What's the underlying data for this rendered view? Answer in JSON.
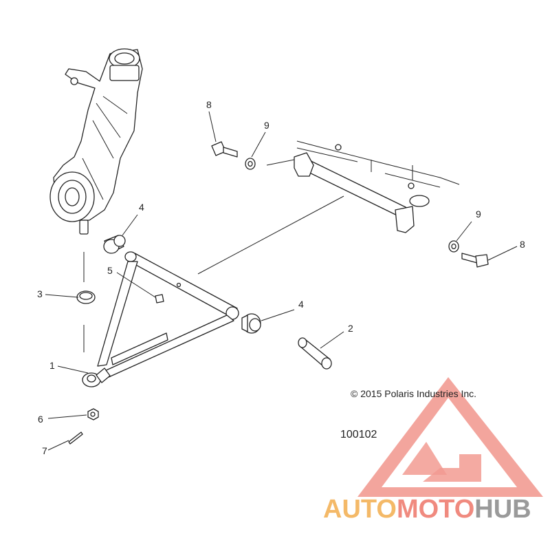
{
  "callouts": [
    {
      "id": "1",
      "label": "1"
    },
    {
      "id": "2",
      "label": "2"
    },
    {
      "id": "3",
      "label": "3"
    },
    {
      "id": "4a",
      "label": "4"
    },
    {
      "id": "4b",
      "label": "4"
    },
    {
      "id": "5",
      "label": "5"
    },
    {
      "id": "6",
      "label": "6"
    },
    {
      "id": "7",
      "label": "7"
    },
    {
      "id": "8a",
      "label": "8"
    },
    {
      "id": "8b",
      "label": "8"
    },
    {
      "id": "9a",
      "label": "9"
    },
    {
      "id": "9b",
      "label": "9"
    }
  ],
  "copyright": "© 2015 Polaris Industries Inc.",
  "reference_number": "100102",
  "watermark": {
    "part1": "AUTO",
    "part2": "MOTO",
    "part3": "HUB",
    "colors": {
      "auto": "#f4b968",
      "moto": "#f08a7f",
      "hub": "#9a9a9a",
      "triangle": "#f08a7f"
    }
  }
}
